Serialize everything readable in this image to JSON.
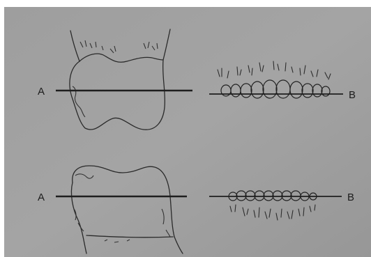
{
  "labels": {
    "top_left": "A",
    "top_right": "B",
    "bottom_left": "A",
    "bottom_right": "B"
  }
}
